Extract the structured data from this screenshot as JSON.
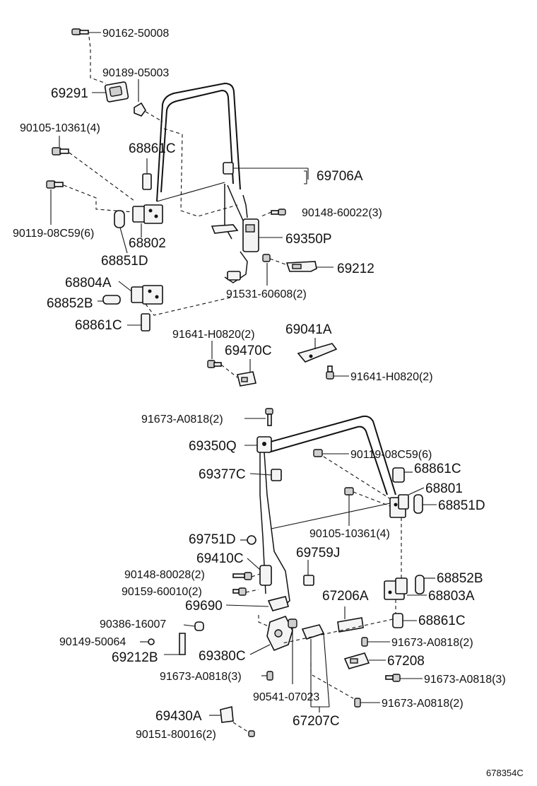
{
  "diagram_id": "678354C",
  "labels": {
    "p90162_50008": "90162-50008",
    "p90189_05003": "90189-05003",
    "p69291": "69291",
    "p90105_10361_top": "90105-10361(4)",
    "p68861c_1": "68861C",
    "p69706a": "69706A",
    "p90148_60022": "90148-60022(3)",
    "p90119_08c59_top": "90119-08C59(6)",
    "p68802": "68802",
    "p69350p": "69350P",
    "p68851d_top": "68851D",
    "p69212": "69212",
    "p68804a": "68804A",
    "p91531_60608": "91531-60608(2)",
    "p68852b_top": "68852B",
    "p68861c_2": "68861C",
    "p91641_h0820_a": "91641-H0820(2)",
    "p69041a": "69041A",
    "p69470c": "69470C",
    "p91641_h0820_b": "91641-H0820(2)",
    "p91673_a0818_a": "91673-A0818(2)",
    "p69350q": "69350Q",
    "p90119_08c59_bot": "90119-08C59(6)",
    "p68861c_3": "68861C",
    "p69377c": "69377C",
    "p68801": "68801",
    "p68851d_bot": "68851D",
    "p90105_10361_bot": "90105-10361(4)",
    "p69751d": "69751D",
    "p69410c": "69410C",
    "p69759j": "69759J",
    "p90148_80028": "90148-80028(2)",
    "p68852b_bot": "68852B",
    "p90159_60010": "90159-60010(2)",
    "p67206a": "67206A",
    "p68803a": "68803A",
    "p69690": "69690",
    "p90386_16007": "90386-16007",
    "p68861c_4": "68861C",
    "p90149_50064": "90149-50064",
    "p91673_a0818_b": "91673-A0818(2)",
    "p69380c": "69380C",
    "p69212b": "69212B",
    "p67208": "67208",
    "p91673_a0818_c": "91673-A0818(3)",
    "p91673_a0818_d": "91673-A0818(3)",
    "p90541_07023": "90541-07023",
    "p91673_a0818_e": "91673-A0818(2)",
    "p69430a": "69430A",
    "p67207c": "67207C",
    "p90151_80016": "90151-80016(2)"
  }
}
